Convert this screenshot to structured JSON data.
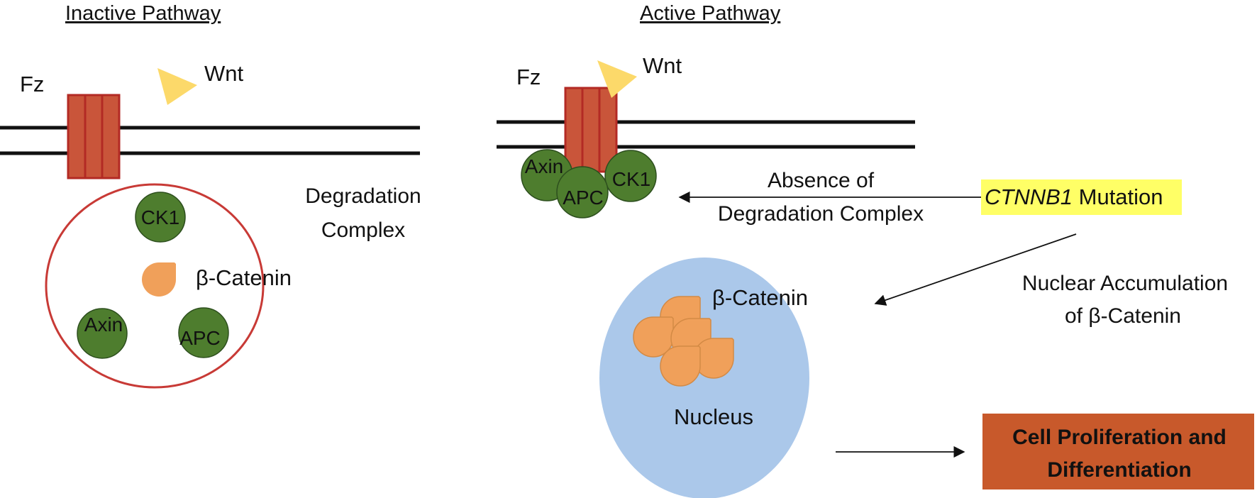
{
  "colors": {
    "membrane": "#111111",
    "receptor_fill": "#c9553a",
    "receptor_stripe": "#b32a24",
    "wnt": "#fcd96a",
    "protein_fill": "#4e7d2e",
    "protein_stroke": "#2d4f1e",
    "catenin": "#f0a05a",
    "catenin_stroke": "#d38a45",
    "complex_outline": "#c83a36",
    "nucleus": "#abc8ea",
    "highlight": "#ffff66",
    "output_box": "#c8592b"
  },
  "inactive": {
    "heading": "Inactive Pathway",
    "fz": "Fz",
    "wnt": "Wnt",
    "complex_label_1": "Degradation",
    "complex_label_2": "Complex",
    "ck1": "CK1",
    "beta_catenin": "β-Catenin",
    "axin": "Axin",
    "apc": "APC"
  },
  "active": {
    "heading": "Active Pathway",
    "fz": "Fz",
    "wnt": "Wnt",
    "axin": "Axin",
    "apc": "APC",
    "ck1": "CK1",
    "absence_1": "Absence of",
    "absence_2": "Degradation Complex",
    "mutation_gene": "CTNNB1",
    "mutation_word": " Mutation",
    "accumulation_1": "Nuclear Accumulation",
    "accumulation_2": "of β-Catenin",
    "beta_catenin": "β-Catenin",
    "nucleus": "Nucleus",
    "outcome_1": "Cell Proliferation and",
    "outcome_2": "Differentiation"
  }
}
